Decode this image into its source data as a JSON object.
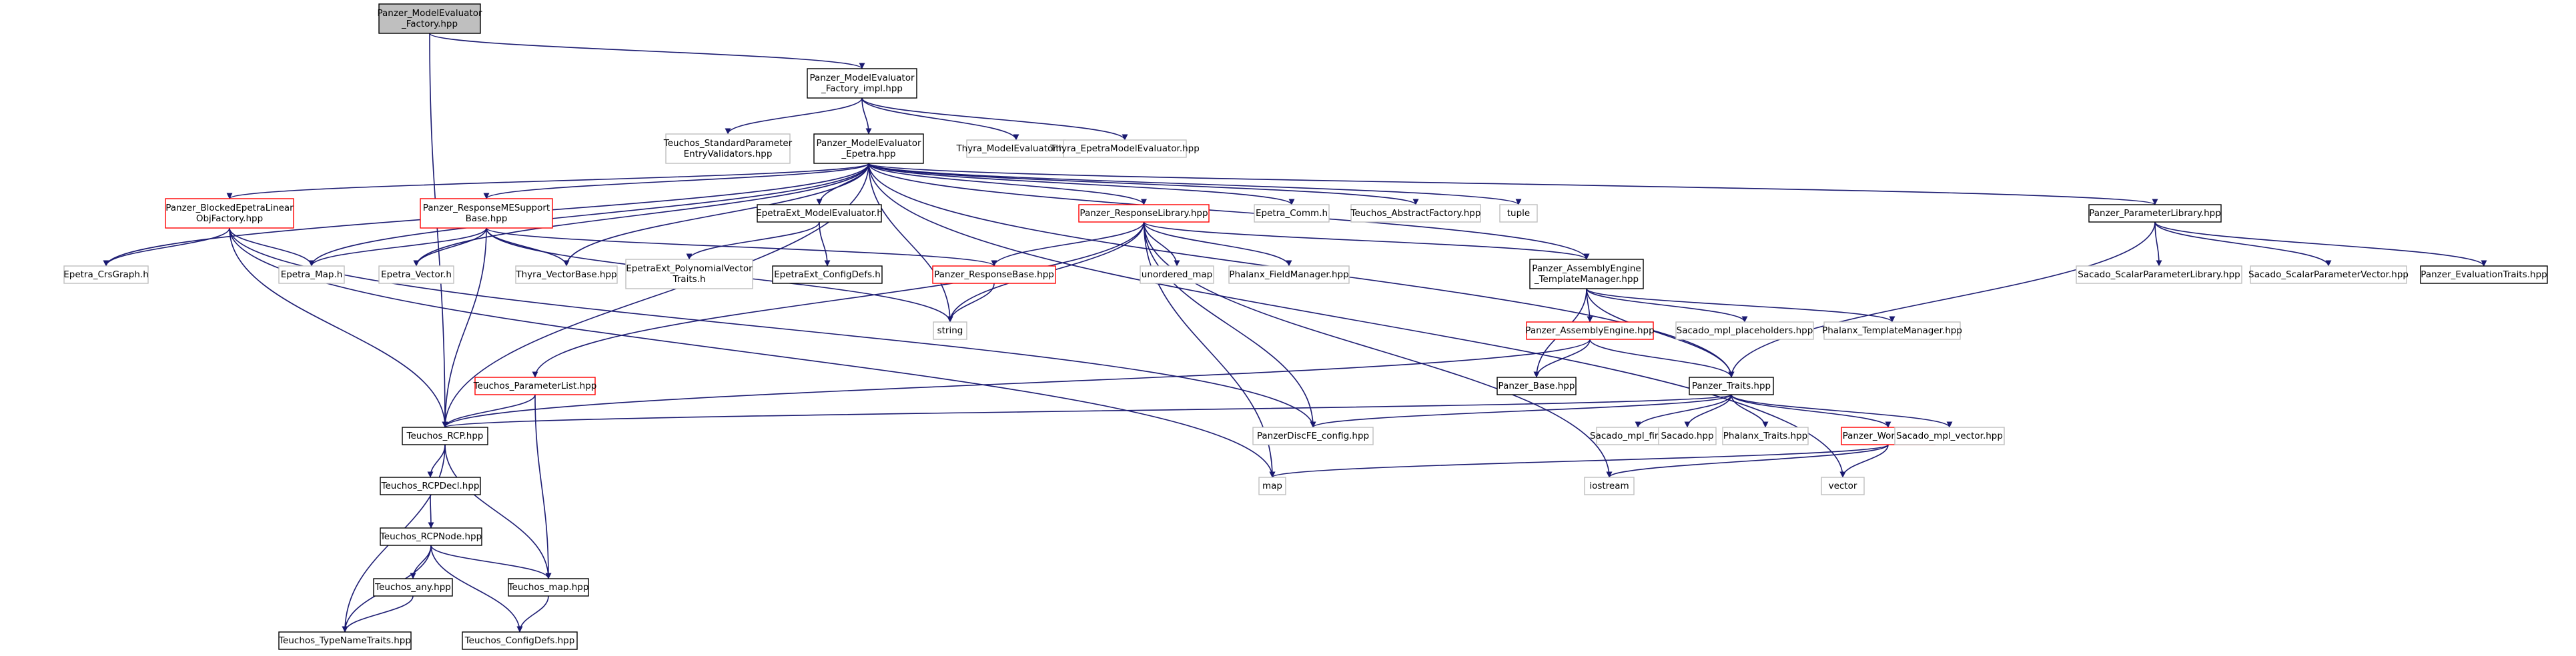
{
  "colors": {
    "edge": "#191970",
    "root_fill": "#bfbfbf",
    "border_black": "#000000",
    "border_red": "#ff0000",
    "border_gray": "#bfbfbf"
  },
  "nodes": [
    {
      "id": "factory",
      "style": "root",
      "lines": [
        "Panzer_ModelEvaluator",
        "_Factory.hpp"
      ]
    },
    {
      "id": "factory_impl",
      "style": "black",
      "lines": [
        "Panzer_ModelEvaluator",
        "_Factory_impl.hpp"
      ]
    },
    {
      "id": "std_param_validators",
      "style": "gray",
      "lines": [
        "Teuchos_StandardParameter",
        "EntryValidators.hpp"
      ]
    },
    {
      "id": "me_epetra",
      "style": "black",
      "lines": [
        "Panzer_ModelEvaluator",
        "_Epetra.hpp"
      ]
    },
    {
      "id": "thyra_me",
      "style": "gray",
      "lines": [
        "Thyra_ModelEvaluator.hpp"
      ]
    },
    {
      "id": "thyra_epetra_me",
      "style": "gray",
      "lines": [
        "Thyra_EpetraModelEvaluator.hpp"
      ]
    },
    {
      "id": "blocked_epetra",
      "style": "red",
      "lines": [
        "Panzer_BlockedEpetraLinear",
        "ObjFactory.hpp"
      ]
    },
    {
      "id": "response_me_support",
      "style": "red",
      "lines": [
        "Panzer_ResponseMESupport",
        "Base.hpp"
      ]
    },
    {
      "id": "epetraext_me",
      "style": "black",
      "lines": [
        "EpetraExt_ModelEvaluator.h"
      ]
    },
    {
      "id": "response_library",
      "style": "red",
      "lines": [
        "Panzer_ResponseLibrary.hpp"
      ]
    },
    {
      "id": "epetra_comm",
      "style": "gray",
      "lines": [
        "Epetra_Comm.h"
      ]
    },
    {
      "id": "abstract_factory",
      "style": "gray",
      "lines": [
        "Teuchos_AbstractFactory.hpp"
      ]
    },
    {
      "id": "tuple",
      "style": "gray",
      "lines": [
        "tuple"
      ]
    },
    {
      "id": "parameter_library",
      "style": "black",
      "lines": [
        "Panzer_ParameterLibrary.hpp"
      ]
    },
    {
      "id": "epetra_crsgraph",
      "style": "gray",
      "lines": [
        "Epetra_CrsGraph.h"
      ]
    },
    {
      "id": "epetra_map",
      "style": "gray",
      "lines": [
        "Epetra_Map.h"
      ]
    },
    {
      "id": "epetra_vector",
      "style": "gray",
      "lines": [
        "Epetra_Vector.h"
      ]
    },
    {
      "id": "thyra_vectorbase",
      "style": "gray",
      "lines": [
        "Thyra_VectorBase.hpp"
      ]
    },
    {
      "id": "epetraext_polyvec",
      "style": "gray",
      "lines": [
        "EpetraExt_PolynomialVector",
        "Traits.h"
      ]
    },
    {
      "id": "epetraext_configdefs",
      "style": "black",
      "lines": [
        "EpetraExt_ConfigDefs.h"
      ]
    },
    {
      "id": "response_base",
      "style": "red",
      "lines": [
        "Panzer_ResponseBase.hpp"
      ]
    },
    {
      "id": "unordered_map",
      "style": "gray",
      "lines": [
        "unordered_map"
      ]
    },
    {
      "id": "phalanx_fieldmanager",
      "style": "gray",
      "lines": [
        "Phalanx_FieldManager.hpp"
      ]
    },
    {
      "id": "assembly_tm",
      "style": "black",
      "lines": [
        "Panzer_AssemblyEngine",
        "_TemplateManager.hpp"
      ]
    },
    {
      "id": "sacado_scalar_lib",
      "style": "gray",
      "lines": [
        "Sacado_ScalarParameterLibrary.hpp"
      ]
    },
    {
      "id": "sacado_scalar_vec",
      "style": "gray",
      "lines": [
        "Sacado_ScalarParameterVector.hpp"
      ]
    },
    {
      "id": "evaluation_traits",
      "style": "black",
      "lines": [
        "Panzer_EvaluationTraits.hpp"
      ]
    },
    {
      "id": "string",
      "style": "gray",
      "lines": [
        "string"
      ]
    },
    {
      "id": "assembly_engine",
      "style": "red",
      "lines": [
        "Panzer_AssemblyEngine.hpp"
      ]
    },
    {
      "id": "sacado_mpl_placeholders",
      "style": "gray",
      "lines": [
        "Sacado_mpl_placeholders.hpp"
      ]
    },
    {
      "id": "phalanx_template_manager",
      "style": "gray",
      "lines": [
        "Phalanx_TemplateManager.hpp"
      ]
    },
    {
      "id": "panzer_base",
      "style": "black",
      "lines": [
        "Panzer_Base.hpp"
      ]
    },
    {
      "id": "teuchos_paramlist",
      "style": "red",
      "lines": [
        "Teuchos_ParameterList.hpp"
      ]
    },
    {
      "id": "panzer_traits",
      "style": "black",
      "lines": [
        "Panzer_Traits.hpp"
      ]
    },
    {
      "id": "teuchos_rcp",
      "style": "black",
      "lines": [
        "Teuchos_RCP.hpp"
      ]
    },
    {
      "id": "panzer_discfe_config",
      "style": "gray",
      "lines": [
        "PanzerDiscFE_config.hpp"
      ]
    },
    {
      "id": "sacado_mpl_find",
      "style": "gray",
      "lines": [
        "Sacado_mpl_find.hpp"
      ]
    },
    {
      "id": "sacado_hpp",
      "style": "gray",
      "lines": [
        "Sacado.hpp"
      ]
    },
    {
      "id": "phalanx_traits",
      "style": "gray",
      "lines": [
        "Phalanx_Traits.hpp"
      ]
    },
    {
      "id": "panzer_workset",
      "style": "red",
      "lines": [
        "Panzer_Workset.hpp"
      ]
    },
    {
      "id": "sacado_mpl_vector",
      "style": "gray",
      "lines": [
        "Sacado_mpl_vector.hpp"
      ]
    },
    {
      "id": "teuchos_rcpdecl",
      "style": "black",
      "lines": [
        "Teuchos_RCPDecl.hpp"
      ]
    },
    {
      "id": "map",
      "style": "gray",
      "lines": [
        "map"
      ]
    },
    {
      "id": "iostream",
      "style": "gray",
      "lines": [
        "iostream"
      ]
    },
    {
      "id": "vector",
      "style": "gray",
      "lines": [
        "vector"
      ]
    },
    {
      "id": "teuchos_rcpnode",
      "style": "black",
      "lines": [
        "Teuchos_RCPNode.hpp"
      ]
    },
    {
      "id": "teuchos_any",
      "style": "black",
      "lines": [
        "Teuchos_any.hpp"
      ]
    },
    {
      "id": "teuchos_map",
      "style": "black",
      "lines": [
        "Teuchos_map.hpp"
      ]
    },
    {
      "id": "teuchos_typenametraits",
      "style": "black",
      "lines": [
        "Teuchos_TypeNameTraits.hpp"
      ]
    },
    {
      "id": "teuchos_configdefs",
      "style": "black",
      "lines": [
        "Teuchos_ConfigDefs.hpp"
      ]
    }
  ],
  "edges": [
    [
      "factory",
      "factory_impl"
    ],
    [
      "factory",
      "teuchos_rcp"
    ],
    [
      "factory_impl",
      "std_param_validators"
    ],
    [
      "factory_impl",
      "me_epetra"
    ],
    [
      "factory_impl",
      "thyra_me"
    ],
    [
      "factory_impl",
      "thyra_epetra_me"
    ],
    [
      "me_epetra",
      "blocked_epetra"
    ],
    [
      "me_epetra",
      "response_me_support"
    ],
    [
      "me_epetra",
      "epetraext_me"
    ],
    [
      "me_epetra",
      "response_library"
    ],
    [
      "me_epetra",
      "epetra_comm"
    ],
    [
      "me_epetra",
      "abstract_factory"
    ],
    [
      "me_epetra",
      "tuple"
    ],
    [
      "me_epetra",
      "parameter_library"
    ],
    [
      "me_epetra",
      "epetra_crsgraph"
    ],
    [
      "me_epetra",
      "epetra_map"
    ],
    [
      "me_epetra",
      "epetra_vector"
    ],
    [
      "me_epetra",
      "thyra_vectorbase"
    ],
    [
      "me_epetra",
      "string"
    ],
    [
      "me_epetra",
      "teuchos_rcp"
    ],
    [
      "me_epetra",
      "assembly_tm"
    ],
    [
      "me_epetra",
      "panzer_traits"
    ],
    [
      "me_epetra",
      "vector"
    ],
    [
      "blocked_epetra",
      "epetra_crsgraph"
    ],
    [
      "blocked_epetra",
      "epetra_map"
    ],
    [
      "blocked_epetra",
      "teuchos_rcp"
    ],
    [
      "blocked_epetra",
      "panzer_discfe_config"
    ],
    [
      "blocked_epetra",
      "map"
    ],
    [
      "response_me_support",
      "epetra_map"
    ],
    [
      "response_me_support",
      "epetra_vector"
    ],
    [
      "response_me_support",
      "thyra_vectorbase"
    ],
    [
      "response_me_support",
      "response_base"
    ],
    [
      "response_me_support",
      "string"
    ],
    [
      "response_me_support",
      "teuchos_rcp"
    ],
    [
      "epetraext_me",
      "epetraext_polyvec"
    ],
    [
      "epetraext_me",
      "epetraext_configdefs"
    ],
    [
      "response_library",
      "response_base"
    ],
    [
      "response_library",
      "unordered_map"
    ],
    [
      "response_library",
      "phalanx_fieldmanager"
    ],
    [
      "response_library",
      "assembly_tm"
    ],
    [
      "response_library",
      "string"
    ],
    [
      "response_library",
      "teuchos_paramlist"
    ],
    [
      "response_library",
      "map"
    ],
    [
      "response_library",
      "panzer_discfe_config"
    ],
    [
      "response_library",
      "iostream"
    ],
    [
      "response_base",
      "string"
    ],
    [
      "parameter_library",
      "sacado_scalar_lib"
    ],
    [
      "parameter_library",
      "sacado_scalar_vec"
    ],
    [
      "parameter_library",
      "evaluation_traits"
    ],
    [
      "parameter_library",
      "panzer_traits"
    ],
    [
      "assembly_tm",
      "assembly_engine"
    ],
    [
      "assembly_tm",
      "sacado_mpl_placeholders"
    ],
    [
      "assembly_tm",
      "phalanx_template_manager"
    ],
    [
      "assembly_tm",
      "panzer_base"
    ],
    [
      "assembly_tm",
      "panzer_traits"
    ],
    [
      "assembly_engine",
      "panzer_base"
    ],
    [
      "assembly_engine",
      "panzer_traits"
    ],
    [
      "assembly_engine",
      "teuchos_rcp"
    ],
    [
      "teuchos_paramlist",
      "teuchos_rcp"
    ],
    [
      "teuchos_paramlist",
      "teuchos_map"
    ],
    [
      "panzer_traits",
      "teuchos_rcp"
    ],
    [
      "panzer_traits",
      "panzer_discfe_config"
    ],
    [
      "panzer_traits",
      "sacado_mpl_find"
    ],
    [
      "panzer_traits",
      "sacado_hpp"
    ],
    [
      "panzer_traits",
      "phalanx_traits"
    ],
    [
      "panzer_traits",
      "panzer_workset"
    ],
    [
      "panzer_traits",
      "sacado_mpl_vector"
    ],
    [
      "panzer_workset",
      "map"
    ],
    [
      "panzer_workset",
      "iostream"
    ],
    [
      "panzer_workset",
      "vector"
    ],
    [
      "teuchos_rcp",
      "teuchos_rcpdecl"
    ],
    [
      "teuchos_rcp",
      "teuchos_map"
    ],
    [
      "teuchos_rcp",
      "teuchos_typenametraits"
    ],
    [
      "teuchos_rcpdecl",
      "teuchos_rcpnode"
    ],
    [
      "teuchos_rcpnode",
      "teuchos_any"
    ],
    [
      "teuchos_rcpnode",
      "teuchos_map"
    ],
    [
      "teuchos_rcpnode",
      "teuchos_typenametraits"
    ],
    [
      "teuchos_rcpnode",
      "teuchos_configdefs"
    ],
    [
      "teuchos_any",
      "teuchos_typenametraits"
    ],
    [
      "teuchos_map",
      "teuchos_configdefs"
    ]
  ]
}
